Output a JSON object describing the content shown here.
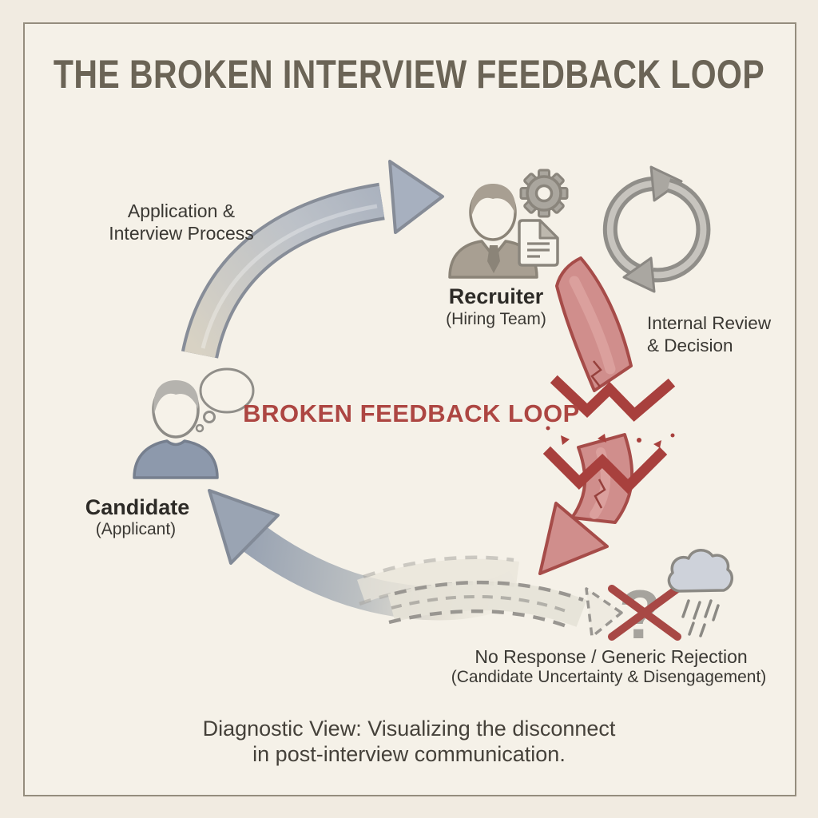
{
  "colors": {
    "background": "#f1ebe1",
    "panel_background": "#f5f1e8",
    "panel_border": "#958d7e",
    "title_color": "#6b6456",
    "text_color": "#3a3833",
    "broken_red": "#ad4642",
    "red_arrow_fill": "#d08e8c",
    "red_arrow_outline": "#a64c49",
    "gray_arrow_fill": "#a7b0bf",
    "gray_arrow_outline": "#868c97",
    "icon_gray": "#a89f92",
    "cycle_gray": "#908e89",
    "candidate_body_blue": "#8d99ac",
    "cloud_fill": "#ced2da"
  },
  "title": {
    "text": "THE BROKEN INTERVIEW FEEDBACK LOOP"
  },
  "nodes": {
    "recruiter": {
      "label": "Recruiter",
      "sublabel": "(Hiring Team)",
      "icons": [
        "recruiter-person-icon",
        "gear-icon",
        "document-icon"
      ]
    },
    "candidate": {
      "label": "Candidate",
      "sublabel": "(Applicant)",
      "icons": [
        "candidate-person-icon",
        "thought-bubble-icon"
      ]
    }
  },
  "flows": {
    "application": {
      "label_line1": "Application &",
      "label_line2": "Interview Process"
    },
    "internal_review": {
      "label_line1": "Internal Review",
      "label_line2": "& Decision",
      "icon": "cycle-arrows-icon"
    },
    "broken_feedback": {
      "label": "BROKEN FEEDBACK LOOP",
      "icon": "break-icon"
    },
    "no_response": {
      "label_line1": "No Response / Generic Rejection",
      "label_line2": "(Candidate Uncertainty & Disengagement)",
      "icons": [
        "crossed-question-icon",
        "rain-cloud-icon"
      ]
    }
  },
  "caption": {
    "line1": "Diagnostic View: Visualizing the disconnect",
    "line2": "in post-interview communication."
  }
}
